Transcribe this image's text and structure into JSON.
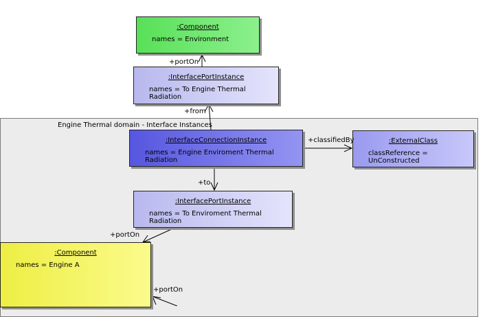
{
  "package": {
    "title": "Engine Thermal domain - Interface Instances"
  },
  "boxes": {
    "component_env": {
      "title": ":Component",
      "attr": "names = Environment"
    },
    "port_thermal": {
      "title": ":InterfacePortInstance",
      "attr": "names = To Engine Thermal Radiation"
    },
    "connection": {
      "title": ":InterfaceConnectionInstance",
      "attr": "names = Engine Enviroment Thermal Radiation"
    },
    "external_class": {
      "title": ":ExternalClass",
      "attr": "classReference = UnConstructed"
    },
    "port_env": {
      "title": ":InterfacePortInstance",
      "attr": "names = To Enviroment Thermal Radiation"
    },
    "component_engine": {
      "title": ":Component",
      "attr": "names = Engine A"
    }
  },
  "labels": {
    "porton_top": "+portOn",
    "from": "+from",
    "classified_by": "+classifiedBy",
    "to": "+to",
    "porton_left": "+portOn",
    "porton_bottom": "+portOn"
  },
  "colors": {
    "component_env": "#6ee86e",
    "port": "#d6d6fa",
    "connection": "#7272e8",
    "external_class": "#b0b0f4",
    "component_engine": "#f7f76a"
  }
}
